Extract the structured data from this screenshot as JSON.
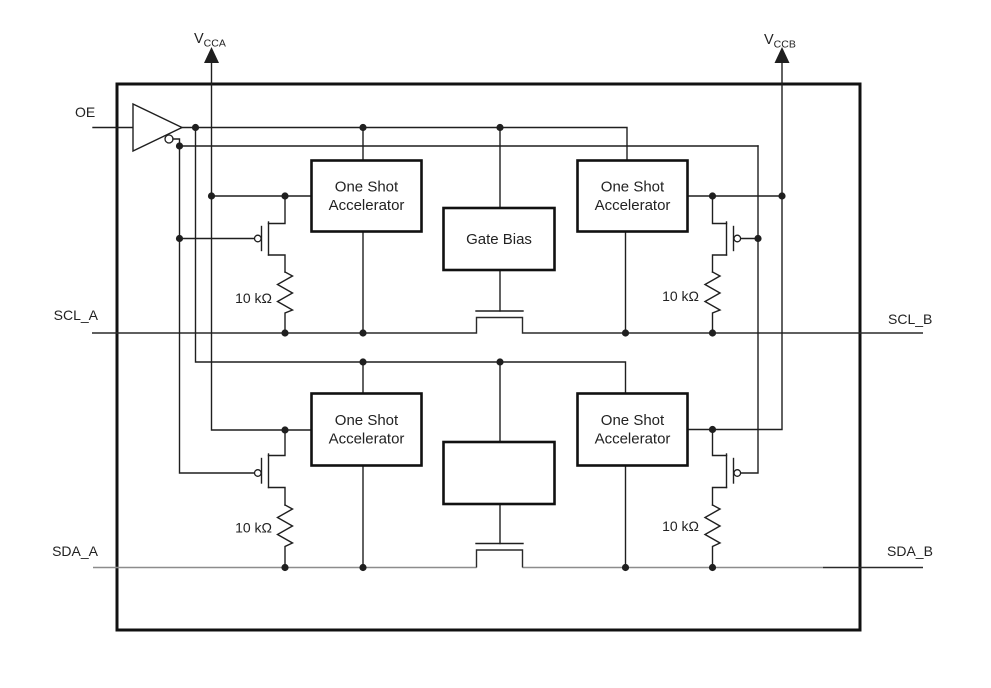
{
  "schematic": {
    "supply_a": {
      "base": "V",
      "sub": "CCA"
    },
    "supply_b": {
      "base": "V",
      "sub": "CCB"
    },
    "ports": {
      "oe": "OE",
      "scl_a": "SCL_A",
      "scl_b": "SCL_B",
      "sda_a": "SDA_A",
      "sda_b": "SDA_B"
    },
    "blocks": {
      "one_shot": {
        "line1": "One Shot",
        "line2": "Accelerator"
      },
      "gate_bias": {
        "label": "Gate Bias"
      }
    },
    "resistors": {
      "label": "10 kΩ"
    },
    "colors": {
      "wire": "#1f1f1f",
      "rail_scl": "#2a2a2a",
      "rail_sda": "#8c8c8c",
      "box_border": "#111111",
      "background": "#ffffff"
    }
  }
}
